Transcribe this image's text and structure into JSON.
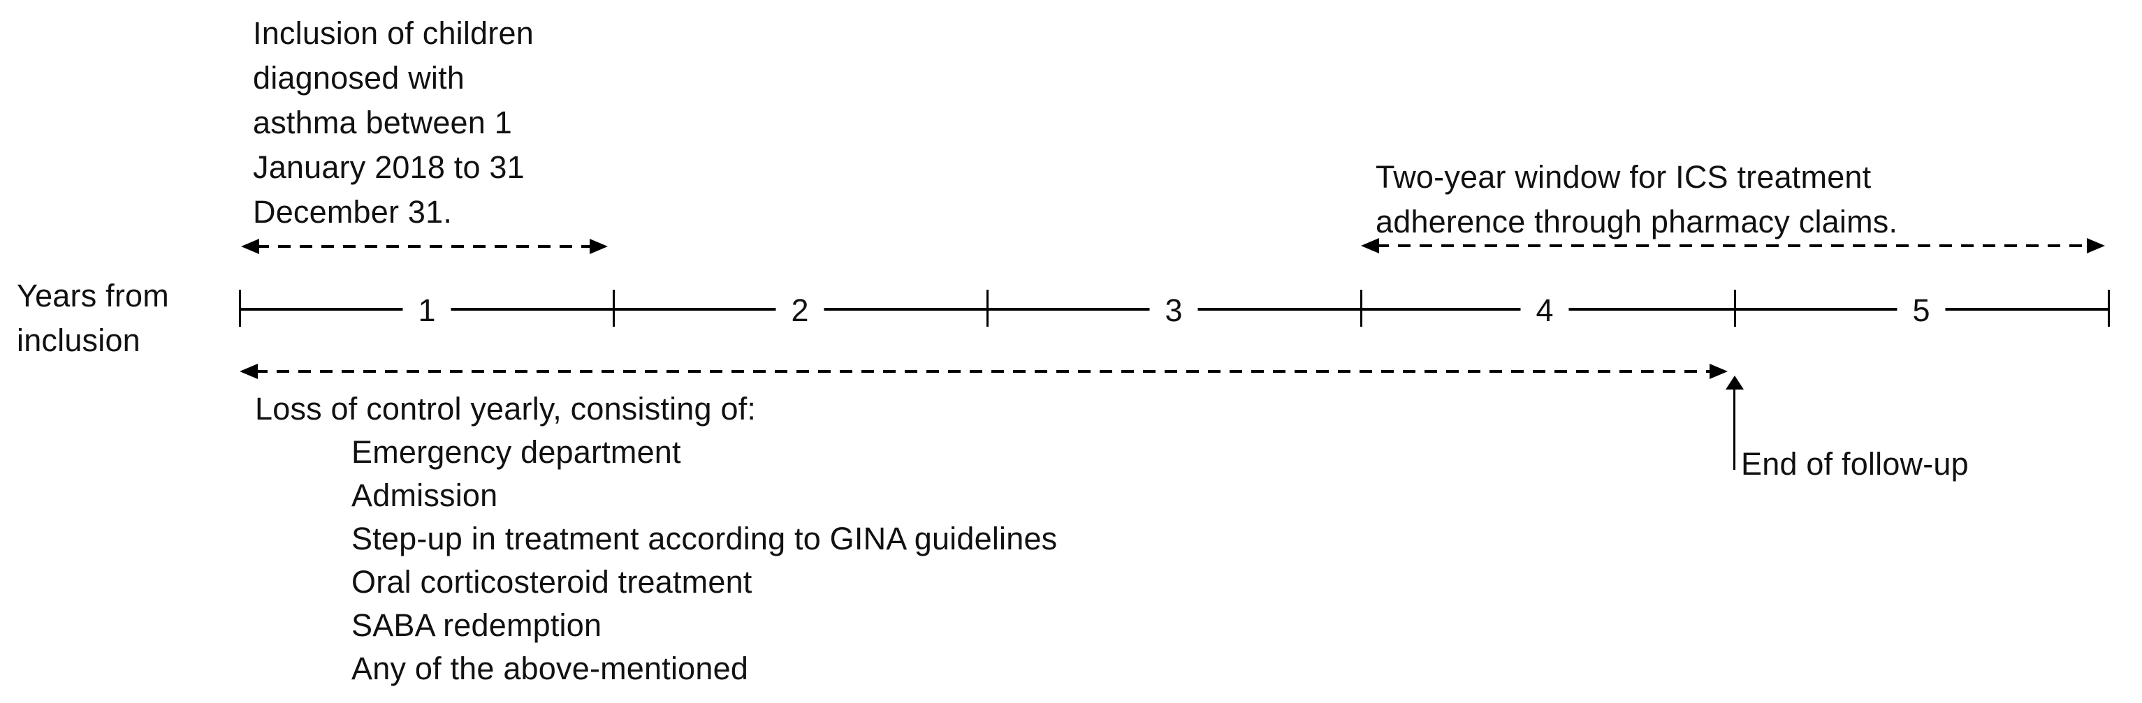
{
  "figure": {
    "background": "#ffffff",
    "ink": "#000000"
  },
  "inclusion_note": {
    "line1": "Inclusion of children",
    "line2": "diagnosed with",
    "line3": "asthma between 1",
    "line4": "January 2018 to 31",
    "line5": "December 31."
  },
  "ics_note": {
    "line1": "Two-year window for ICS treatment",
    "line2": "adherence through pharmacy claims."
  },
  "axis_label": {
    "line1": "Years from",
    "line2": "inclusion"
  },
  "axis": {
    "tick_labels": [
      "1",
      "2",
      "3",
      "4",
      "5"
    ]
  },
  "followup": {
    "end_label": "End of follow-up"
  },
  "loss_of_control": {
    "heading": "Loss of control yearly, consisting of:",
    "items": [
      "Emergency department",
      "Admission",
      "Step-up in treatment according to GINA guidelines",
      "Oral corticosteroid treatment",
      "SABA redemption",
      "Any of the above-mentioned"
    ]
  }
}
